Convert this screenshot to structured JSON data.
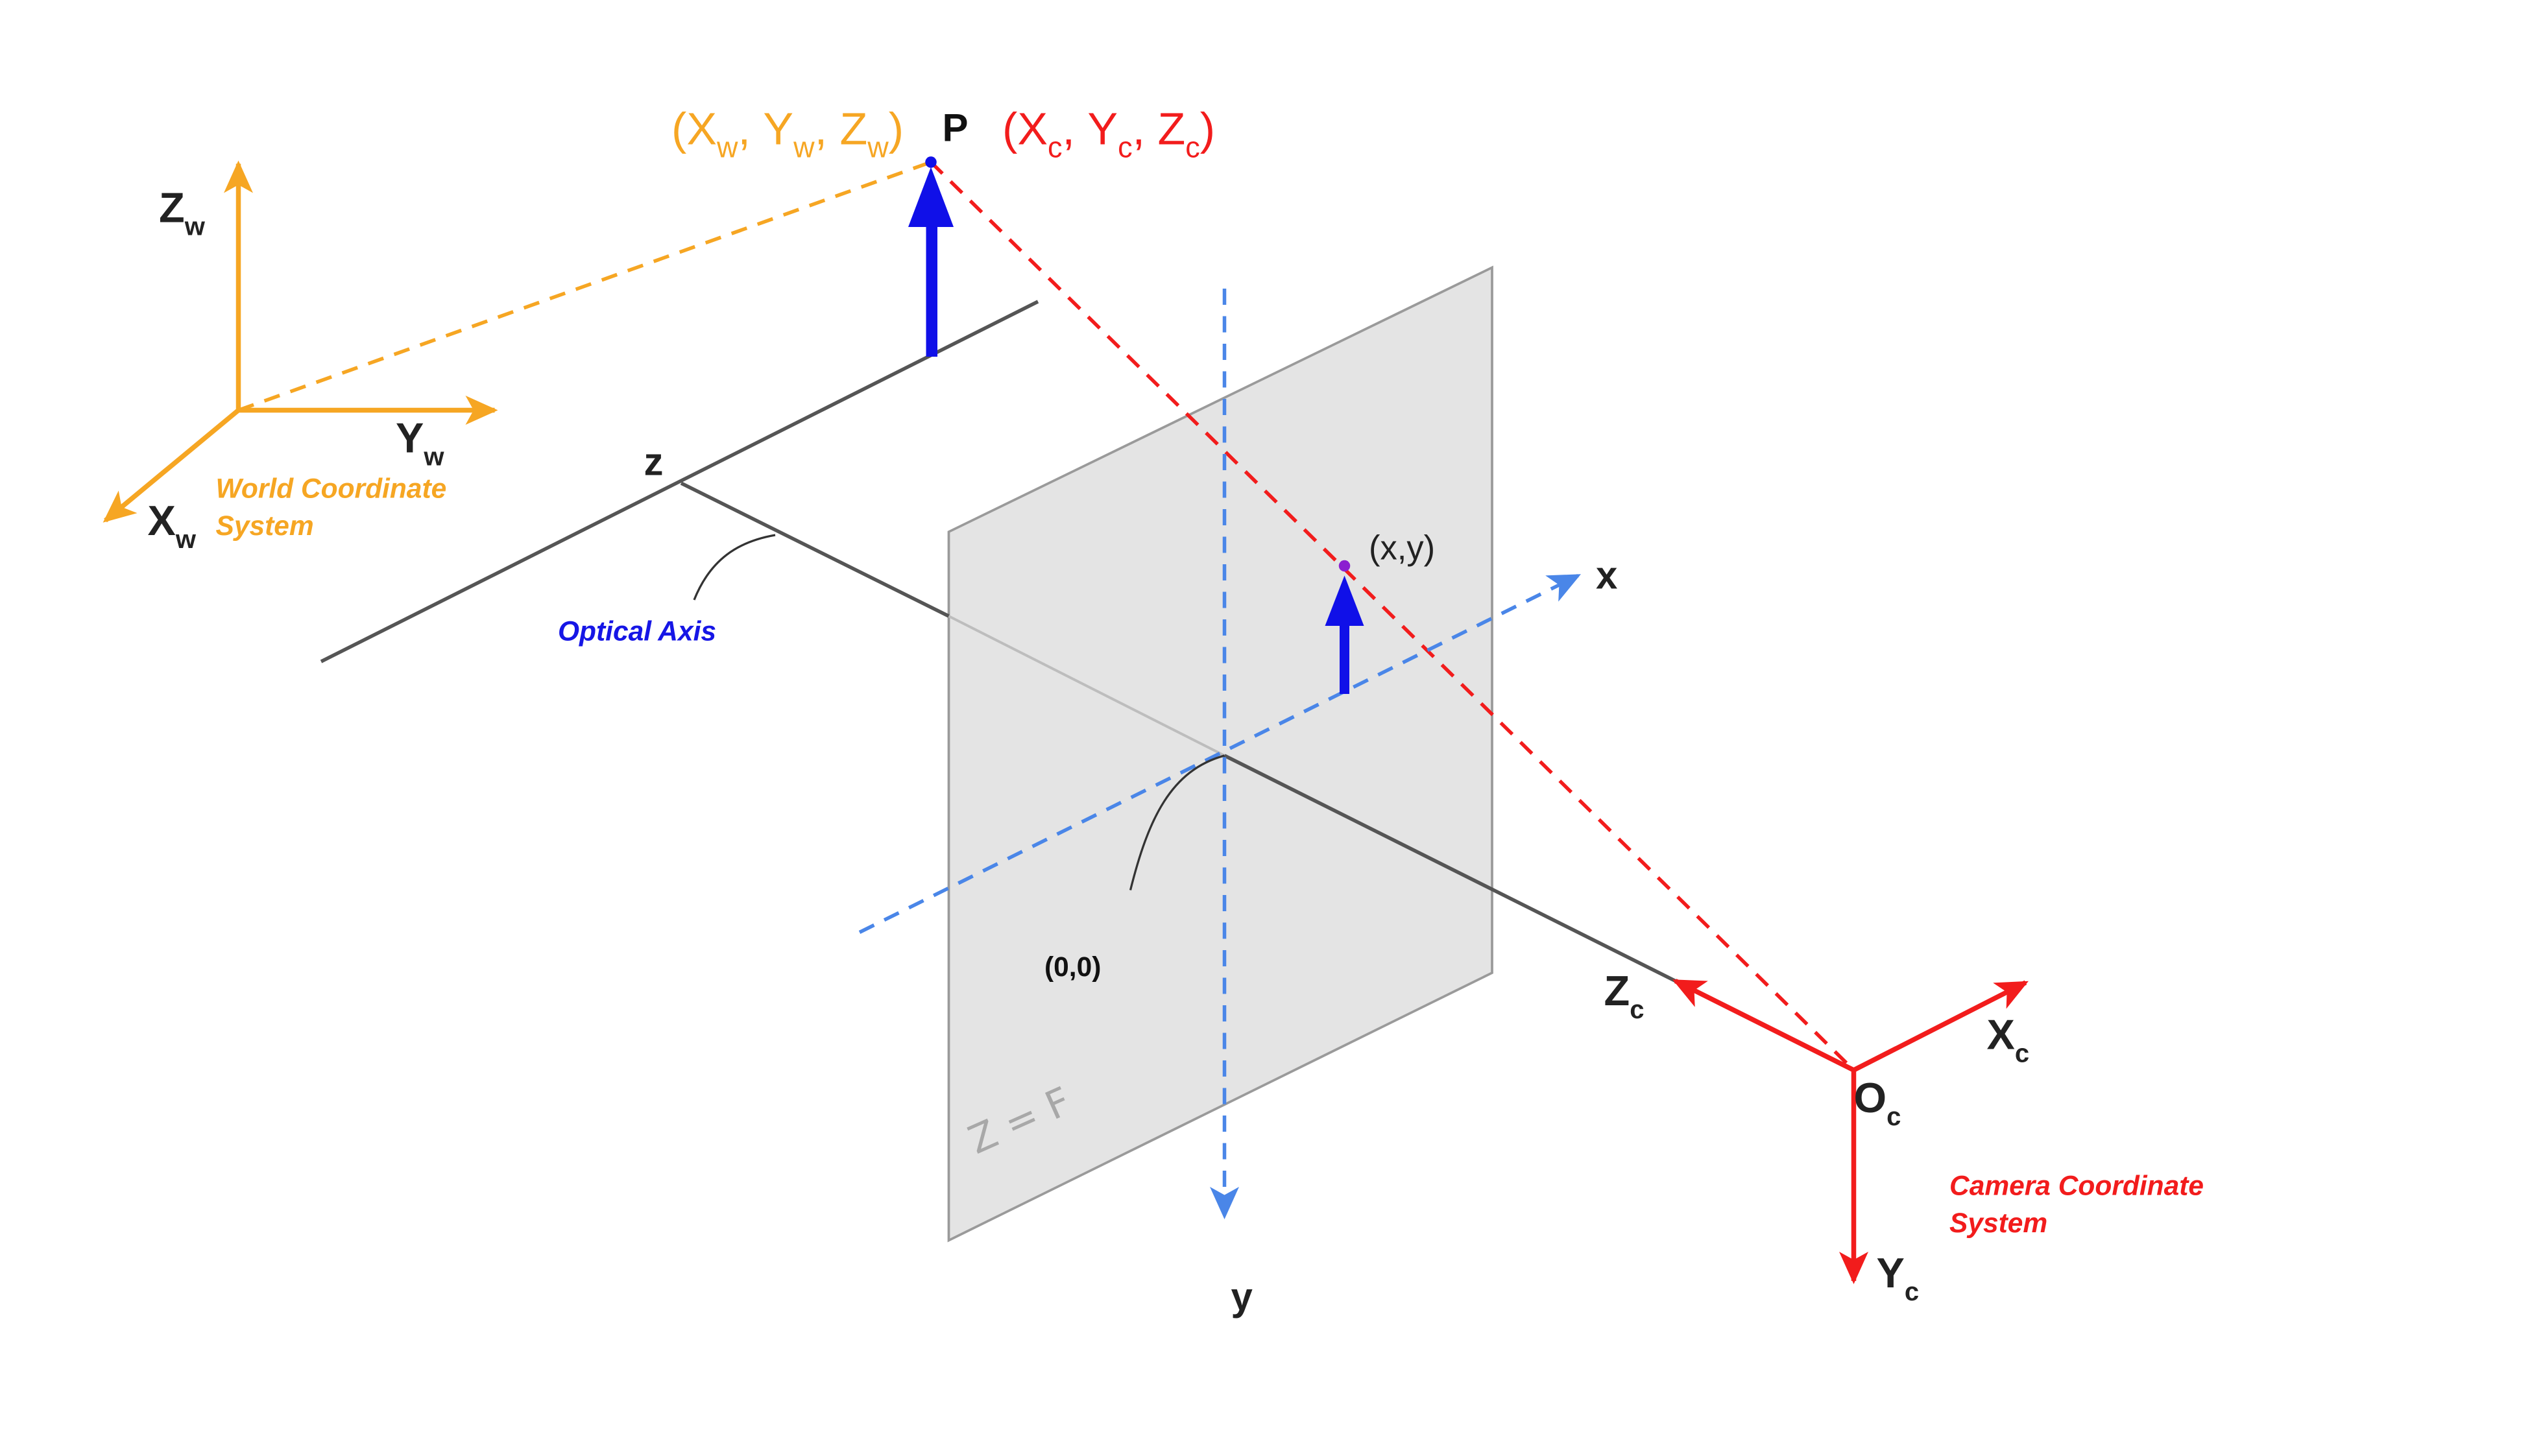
{
  "colors": {
    "world": "#f6a623",
    "camera": "#f21c1c",
    "optical": "#1616e6",
    "axis_dash": "#4a86e8",
    "gray_line": "#555555",
    "plane_fill": "#e4e4e4",
    "plane_stroke": "#9a9a9a",
    "arrow_blue": "#1010e8",
    "image_point": "#8b1fd0"
  },
  "labels": {
    "world_point": {
      "open": "(",
      "X": "X",
      "w1": "w",
      "sep1": ", ",
      "Y": "Y",
      "w2": "w",
      "sep2": ", ",
      "Z": "Z",
      "w3": "w",
      "close": ")"
    },
    "point_name": "P",
    "camera_point": {
      "open": "(",
      "X": "X",
      "c1": "c",
      "sep1": ", ",
      "Y": "Y",
      "c2": "c",
      "sep2": ", ",
      "Z": "Z",
      "c3": "c",
      "close": ")"
    },
    "zw": {
      "main": "Z",
      "sub": "w"
    },
    "yw": {
      "main": "Y",
      "sub": "w"
    },
    "xw": {
      "main": "X",
      "sub": "w"
    },
    "world_system": [
      "World Coordinate",
      "System"
    ],
    "z_axis": "z",
    "optical_axis": "Optical Axis",
    "image_point": "(x,y)",
    "x_axis": "x",
    "y_axis": "y",
    "origin": "(0,0)",
    "plane_eq": "Z = F",
    "zc": {
      "main": "Z",
      "sub": "c"
    },
    "xc": {
      "main": "X",
      "sub": "c"
    },
    "oc": {
      "main": "O",
      "sub": "c"
    },
    "yc": {
      "main": "Y",
      "sub": "c"
    },
    "camera_system": [
      "Camera Coordinate",
      "System"
    ]
  }
}
